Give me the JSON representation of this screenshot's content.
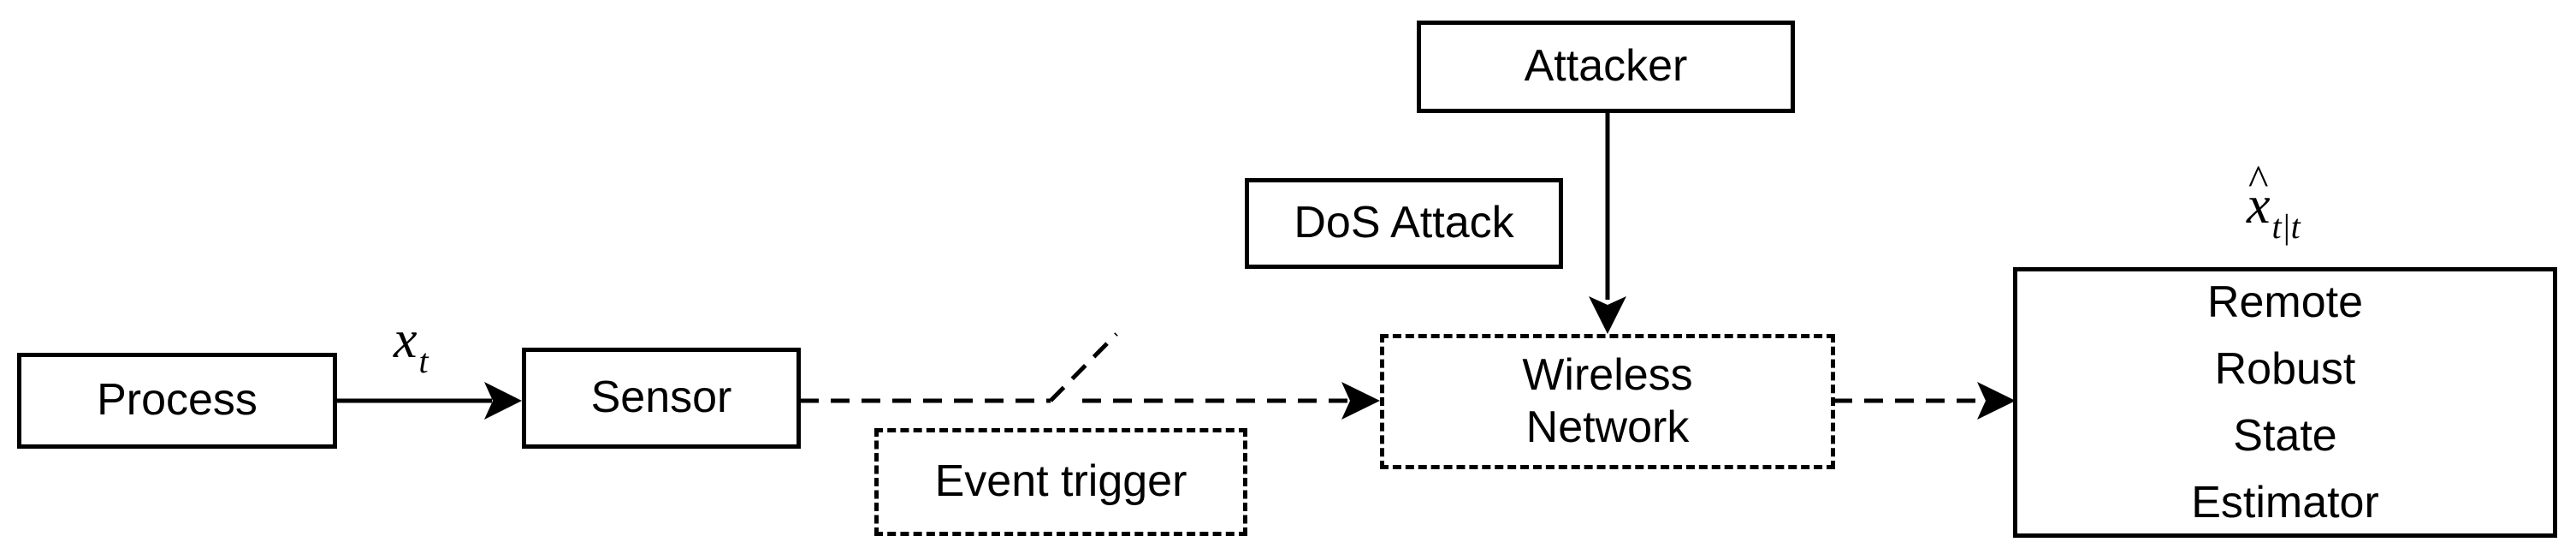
{
  "blocks": {
    "process": "Process",
    "sensor": "Sensor",
    "event_trigger": "Event trigger",
    "dos_attack": "DoS Attack",
    "attacker": "Attacker",
    "wireless_network": [
      "Wireless",
      "Network"
    ],
    "estimator": [
      "Remote",
      "Robust",
      "State",
      "Estimator"
    ]
  },
  "math": {
    "process_output": {
      "base": "x",
      "sub": "t"
    },
    "estimate": {
      "base": "x",
      "hat": "^",
      "sub": "t|t"
    }
  },
  "colors": {
    "line": "#000000",
    "background": "#ffffff"
  }
}
